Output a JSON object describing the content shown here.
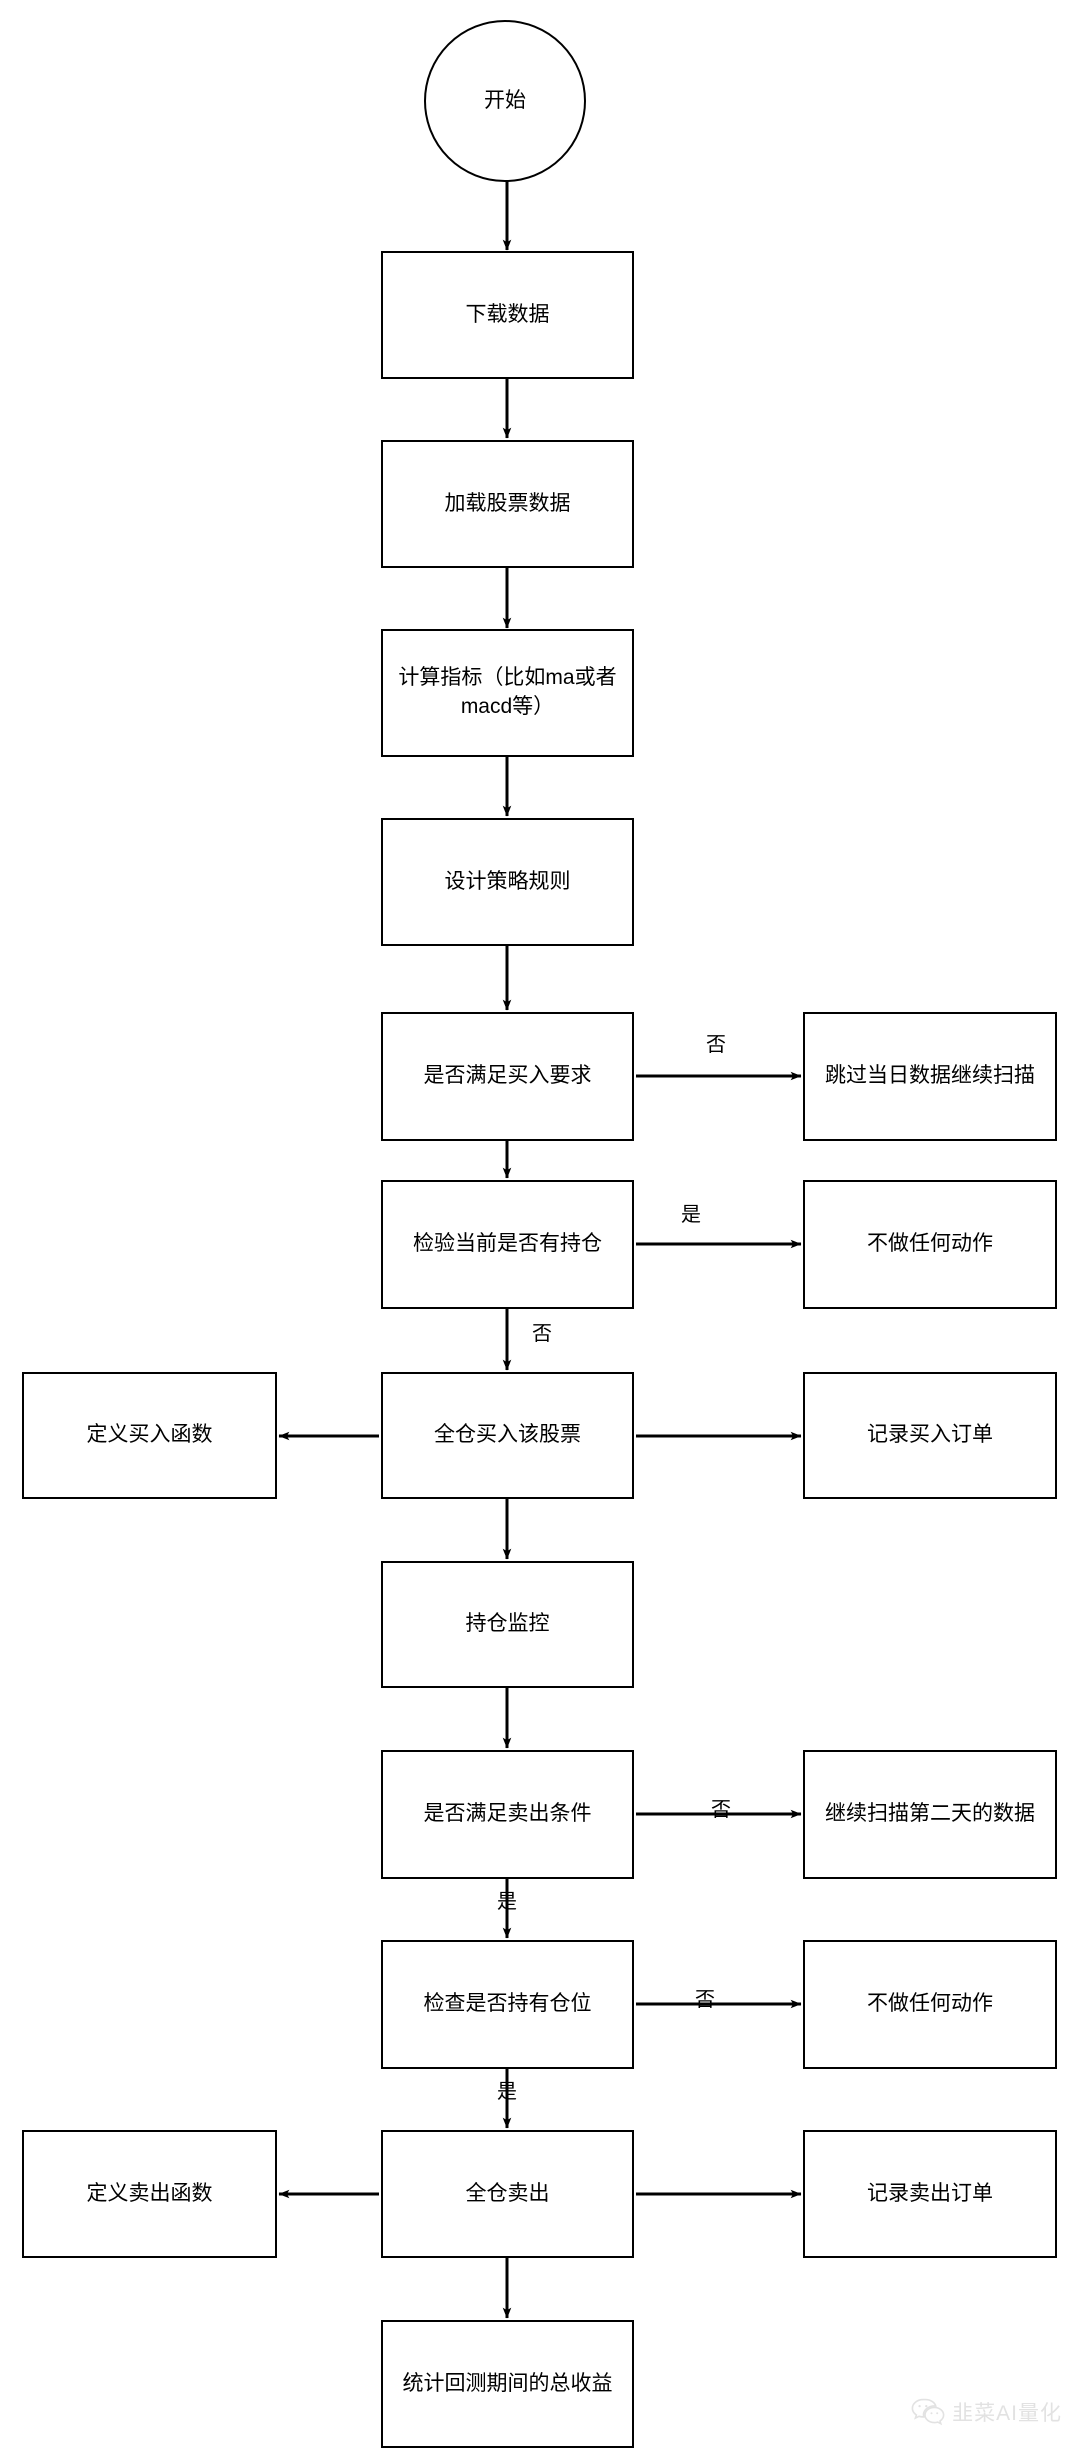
{
  "diagram": {
    "title": "股票回测策略流程图",
    "type": "flowchart",
    "orientation": "top-to-bottom",
    "stroke_color": "#000000",
    "fill_color": "#ffffff",
    "text_color": "#000000"
  },
  "nodes": {
    "start": "开始",
    "download_data": "下载数据",
    "load_stock_data": "加载股票数据",
    "calc_indicator": "计算指标（比如ma或者macd等）",
    "design_rules": "设计策略规则",
    "check_buy_cond": "是否满足买入要求",
    "skip_day_scan": "跳过当日数据继续扫描",
    "check_has_position": "检验当前是否有持仓",
    "no_action_buy": "不做任何动作",
    "define_buy_func": "定义买入函数",
    "buy_all_in": "全仓买入该股票",
    "record_buy_order": "记录买入订单",
    "position_monitor": "持仓监控",
    "check_sell_cond": "是否满足卖出条件",
    "scan_next_day": "继续扫描第二天的数据",
    "check_hold_position": "检查是否持有仓位",
    "no_action_sell": "不做任何动作",
    "define_sell_func": "定义卖出函数",
    "sell_all_out": "全仓卖出",
    "record_sell_order": "记录卖出订单",
    "total_return": "统计回测期间的总收益"
  },
  "edge_labels": {
    "buy_cond_no": "否",
    "has_position_yes": "是",
    "has_position_no": "否",
    "sell_cond_no": "否",
    "sell_cond_yes": "是",
    "hold_position_no": "否",
    "hold_position_yes": "是"
  },
  "watermark": {
    "text": "韭菜AI量化",
    "icon": "wechat-icon",
    "color": "#e2e2e2"
  }
}
